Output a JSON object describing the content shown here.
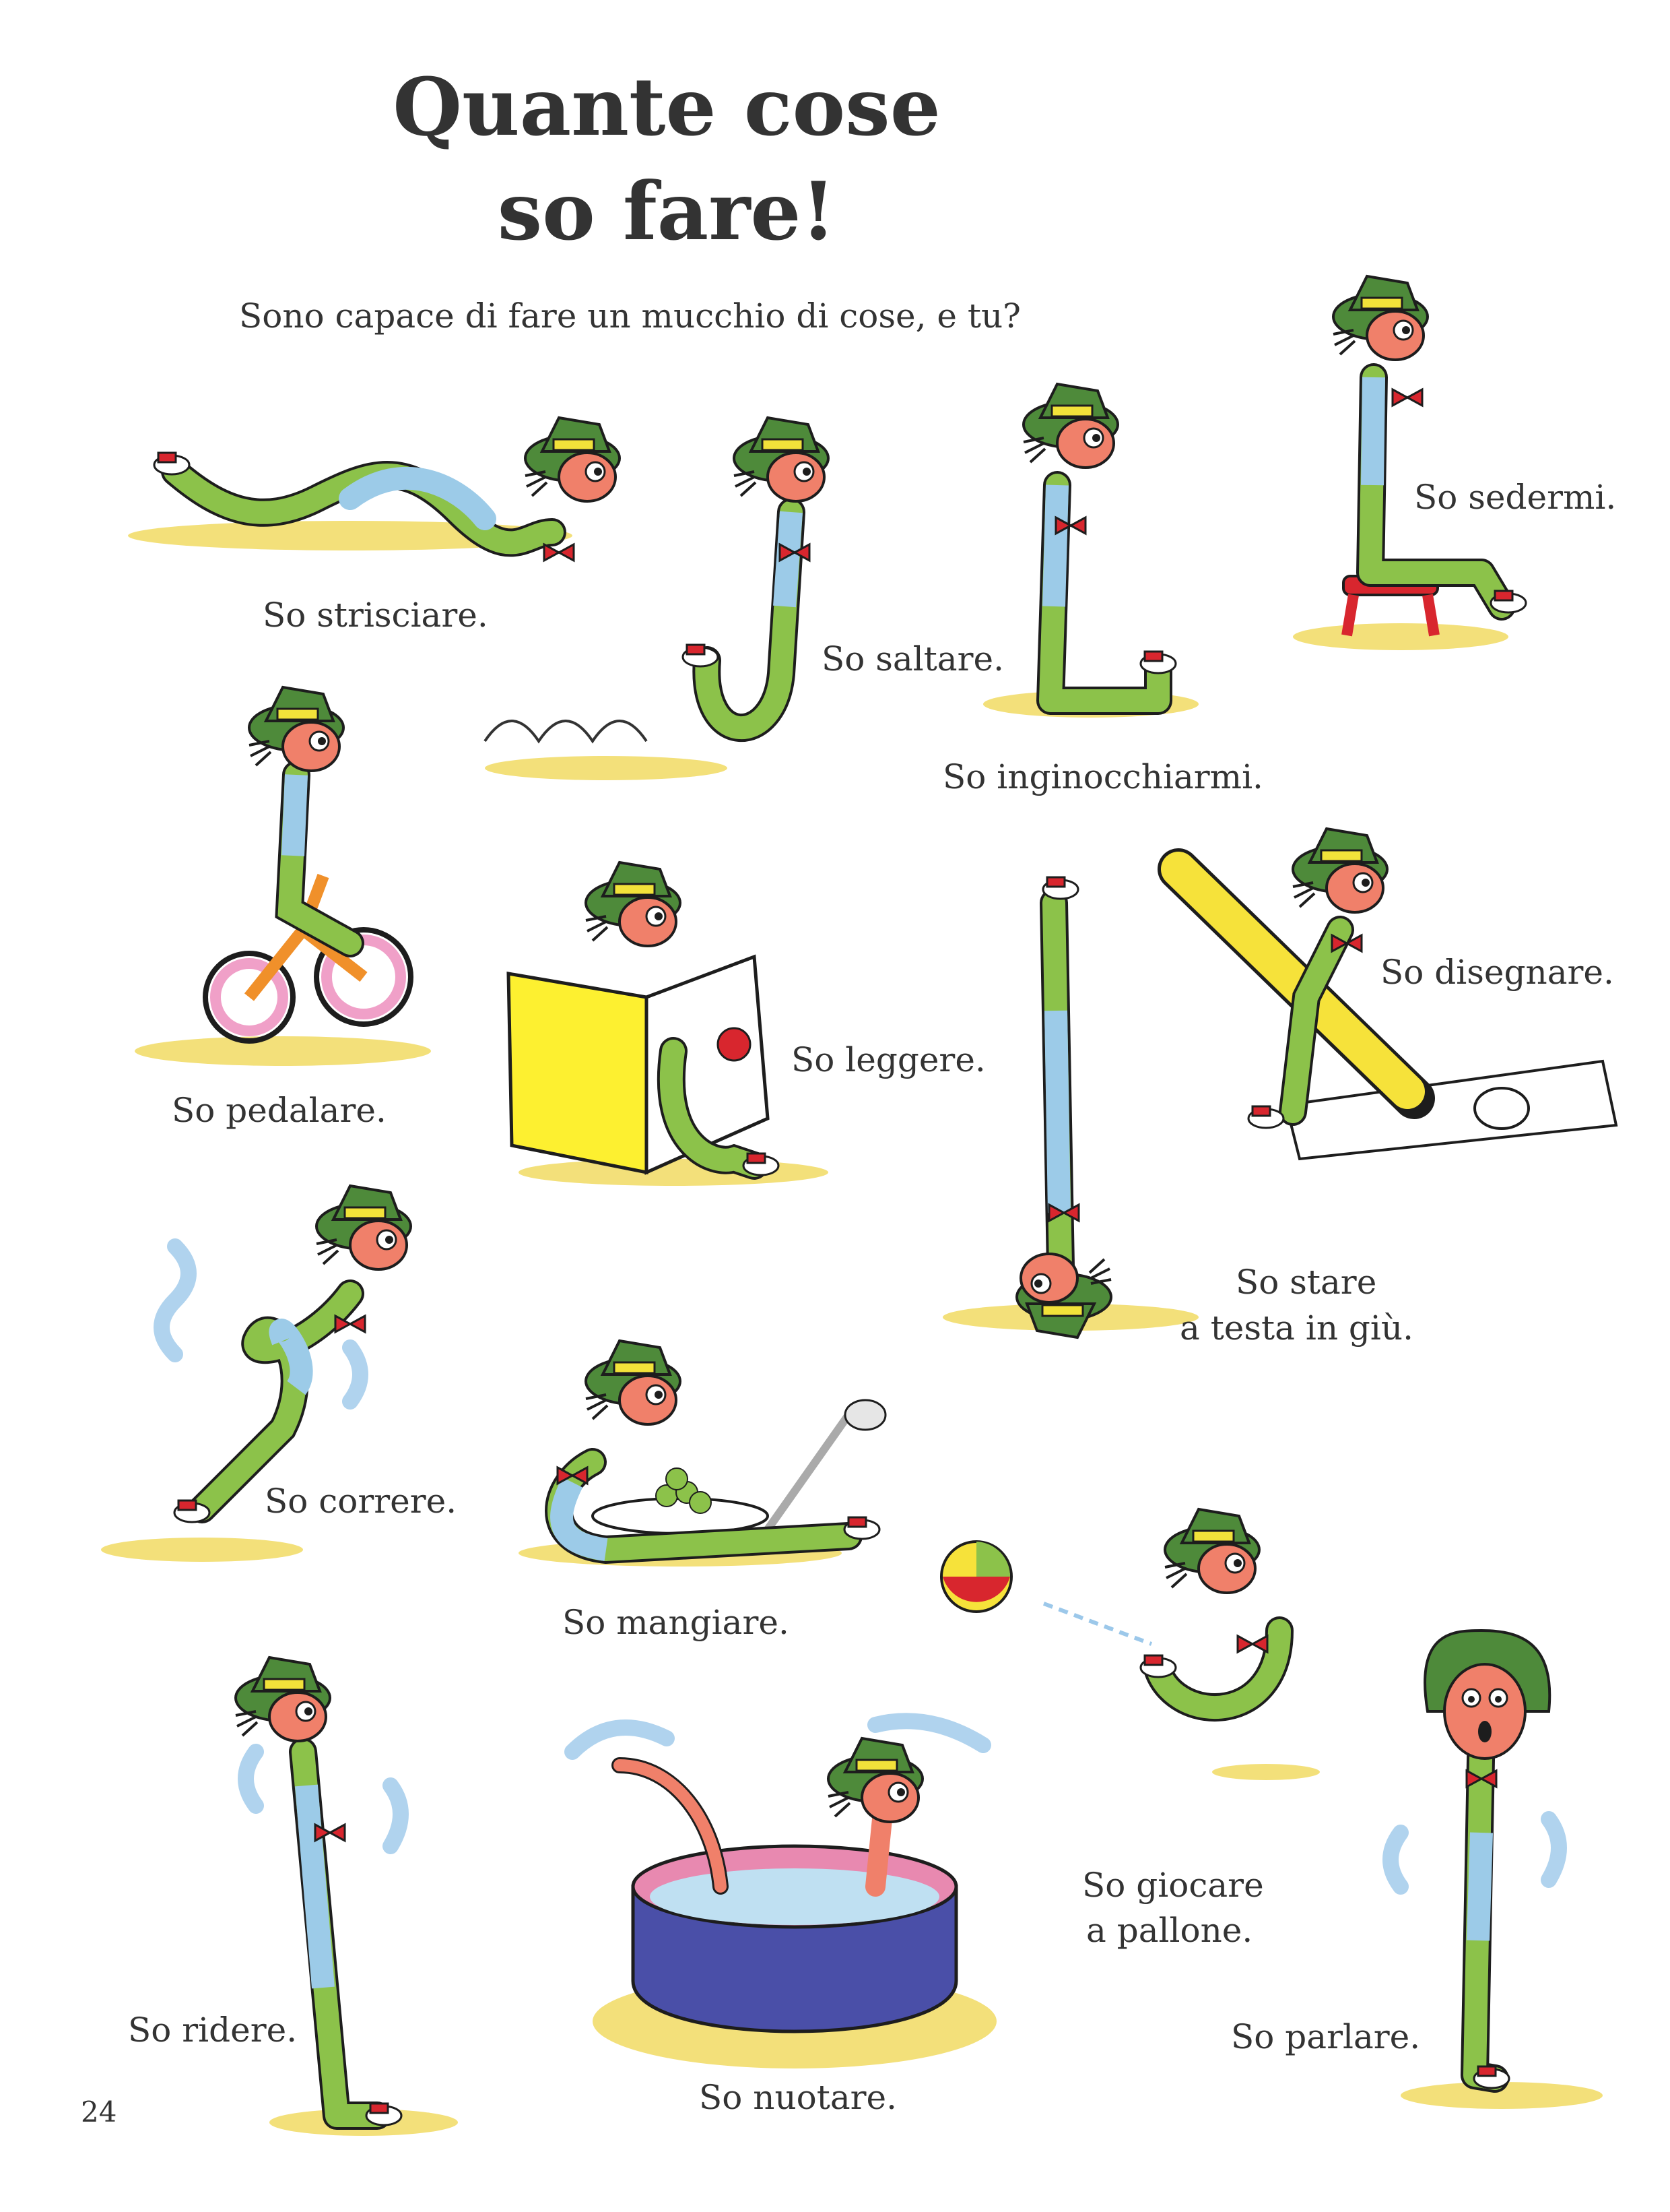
{
  "title_line1": "Quante cose",
  "title_line2": "so fare!",
  "subtitle": "Sono capace di fare un mucchio di cose, e tu?",
  "captions": {
    "strisciare": "So strisciare.",
    "saltare": "So saltare.",
    "inginocchiarmi": "So inginocchiarmi.",
    "sedermi": "So sedermi.",
    "pedalare": "So pedalare.",
    "leggere": "So leggere.",
    "disegnare": "So disegnare.",
    "testa_line1": "So stare",
    "testa_line2": "a testa in giù.",
    "correre": "So correre.",
    "mangiare": "So mangiare.",
    "pallone_line1": "So giocare",
    "pallone_line2": "a pallone.",
    "ridere": "So ridere.",
    "nuotare": "So nuotare.",
    "parlare": "So parlare."
  },
  "page_number": "24",
  "colors": {
    "worm_green": "#8cc24a",
    "worm_blue": "#9ccbe8",
    "worm_head": "#f0806a",
    "hat_green": "#4e8a3a",
    "hat_band": "#f2e23a",
    "bow_red": "#d8262e",
    "grass_yellow": "#f3e07a",
    "sky_blue": "#9cc8ea"
  }
}
